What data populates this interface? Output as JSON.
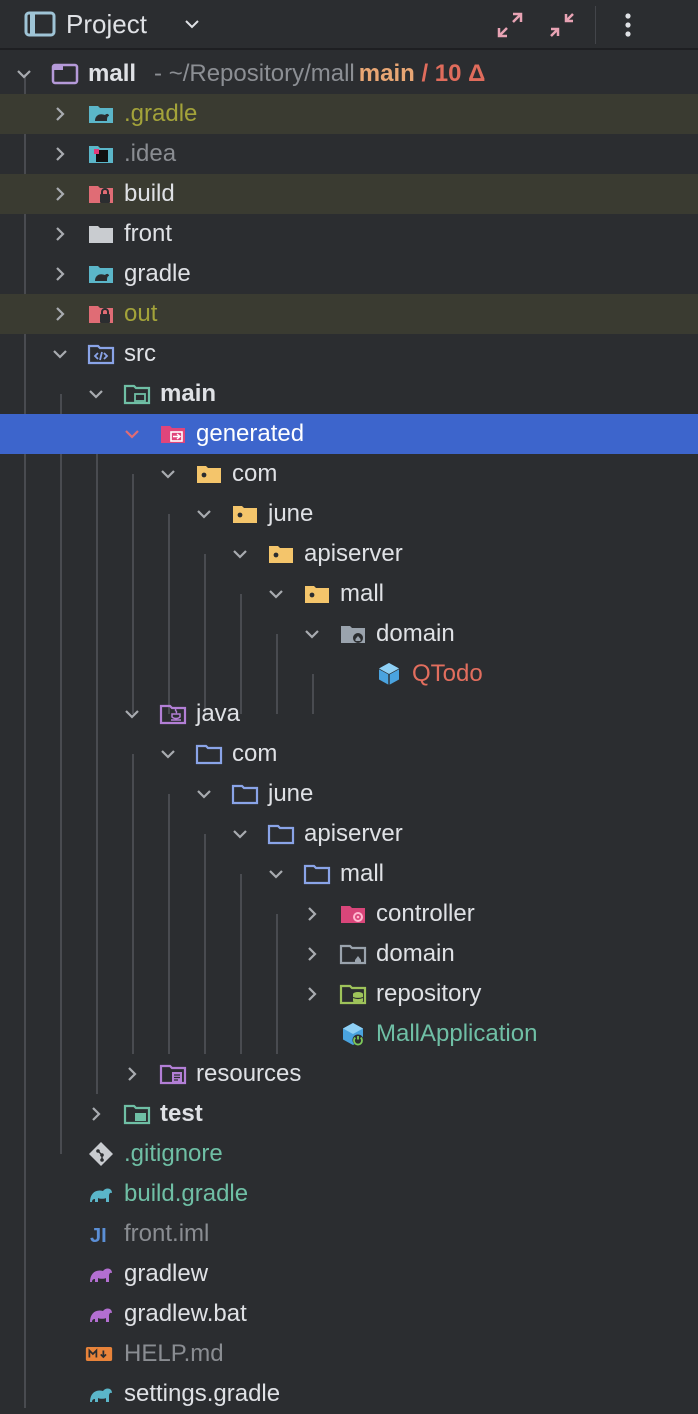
{
  "panel": {
    "title": "Project",
    "icons": [
      "folder-icon",
      "chevron-down-icon",
      "expand-all-icon",
      "collapse-all-icon",
      "more-options-icon"
    ]
  },
  "root": {
    "name": "mall",
    "path": "- ~/Repository/mall",
    "branch": "main",
    "changes": "/ 10 Δ"
  },
  "items": {
    "gradle_dir": ".gradle",
    "idea": ".idea",
    "build": "build",
    "front": "front",
    "gradle": "gradle",
    "out": "out",
    "src": "src",
    "main": "main",
    "generated": "generated",
    "gen_com": "com",
    "gen_june": "june",
    "gen_apiserver": "apiserver",
    "gen_mall": "mall",
    "gen_domain": "domain",
    "qtodo": "QTodo",
    "java": "java",
    "java_com": "com",
    "java_june": "june",
    "java_apiserver": "apiserver",
    "java_mall": "mall",
    "controller": "controller",
    "domain": "domain",
    "repository": "repository",
    "mallapp": "MallApplication",
    "resources": "resources",
    "test": "test",
    "gitignore": ".gitignore",
    "build_gradle": "build.gradle",
    "front_iml": "front.iml",
    "gradlew": "gradlew",
    "gradlew_bat": "gradlew.bat",
    "help_md": "HELP.md",
    "settings_gradle": "settings.gradle"
  },
  "colors": {
    "background": "#2b2d30",
    "selection": "#3d65cc",
    "ignored_row": "#3a3b31",
    "branch": "#e8a674",
    "changes": "#e06c5c",
    "added_file": "#6fbfa5",
    "new_file": "#e26e5e"
  }
}
